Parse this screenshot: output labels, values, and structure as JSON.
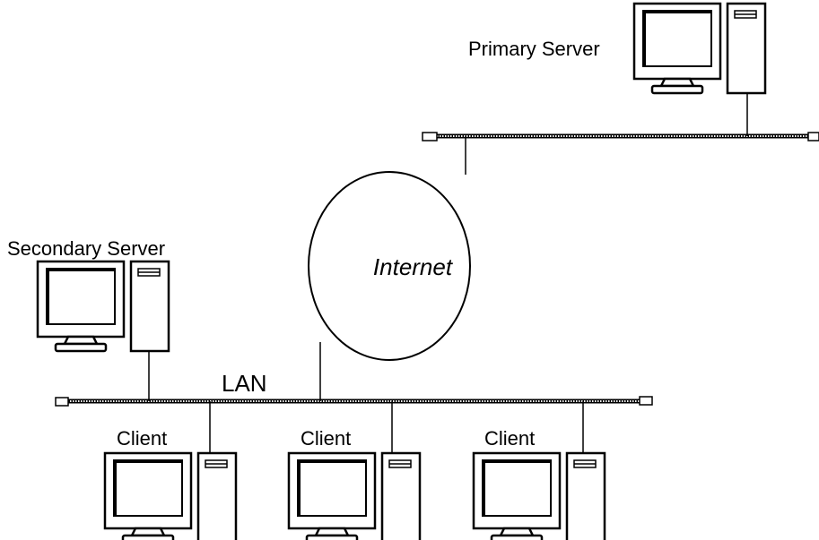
{
  "labels": {
    "primary_server": "Primary Server",
    "secondary_server": "Secondary Server",
    "internet": "Internet",
    "lan": "LAN",
    "client_1": "Client",
    "client_2": "Client",
    "client_3": "Client"
  },
  "nodes": [
    {
      "id": "primary-server",
      "type": "server"
    },
    {
      "id": "secondary-server",
      "type": "server"
    },
    {
      "id": "client-1",
      "type": "client"
    },
    {
      "id": "client-2",
      "type": "client"
    },
    {
      "id": "client-3",
      "type": "client"
    },
    {
      "id": "internet",
      "type": "cloud"
    }
  ],
  "edges": [
    {
      "from": "primary-server",
      "to": "internet"
    },
    {
      "from": "internet",
      "to": "lan"
    },
    {
      "from": "secondary-server",
      "to": "lan"
    },
    {
      "from": "client-1",
      "to": "lan"
    },
    {
      "from": "client-2",
      "to": "lan"
    },
    {
      "from": "client-3",
      "to": "lan"
    }
  ]
}
